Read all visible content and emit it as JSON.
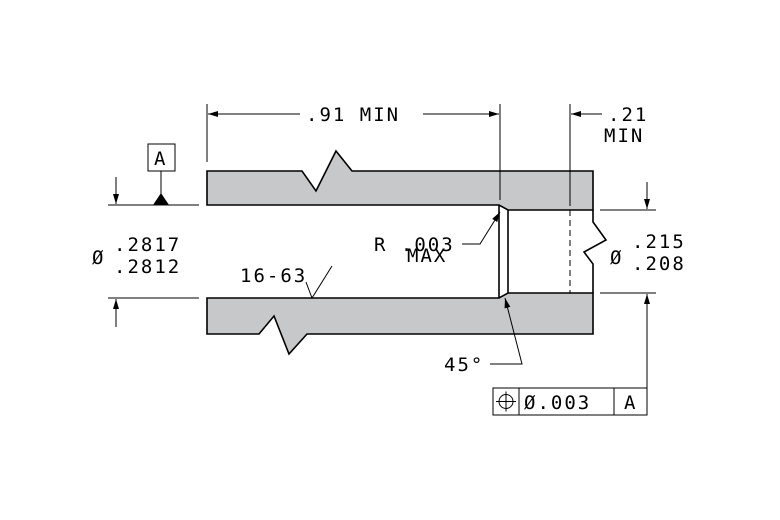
{
  "dimensions": {
    "length": ".91 MIN",
    "counterbore_depth_line1": ".21",
    "counterbore_depth_line2": "MIN",
    "bore_dia_upper": ".2817",
    "bore_dia_lower": ".2812",
    "bore_dia_symbol": "Ø",
    "counterbore_dia_upper": ".215",
    "counterbore_dia_lower": ".208",
    "counterbore_dia_symbol": "Ø",
    "radius_line1": "R .003",
    "radius_line2": "MAX",
    "chamfer_angle": "45°",
    "surface_finish": "16-63"
  },
  "datum": {
    "label": "A"
  },
  "feature_control_frame": {
    "symbol": "position-icon",
    "tolerance": "Ø.003",
    "datum_ref": "A"
  }
}
